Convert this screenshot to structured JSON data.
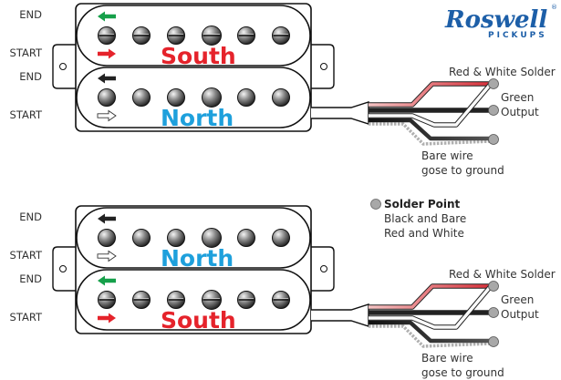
{
  "brand": {
    "name": "Roswell",
    "subtitle": "PICKUPS",
    "registered_mark": "®",
    "color": "#1d5fa8"
  },
  "diagrams": [
    {
      "coils": [
        {
          "pole": "South",
          "pole_color": "#e5232b",
          "pole_type": "slotted",
          "end_label": "END",
          "start_label": "START",
          "end_arrow_color": "#16a04a",
          "start_arrow_color": "#e5232b",
          "start_arrow_style": "solid"
        },
        {
          "pole": "North",
          "pole_color": "#1ea0dc",
          "pole_type": "slug",
          "end_label": "END",
          "start_label": "START",
          "end_arrow_color": "#222222",
          "start_arrow_color": "#ffffff",
          "start_arrow_style": "outline"
        }
      ],
      "wires": {
        "red_white": "Red & White Solder",
        "green_1": "Green",
        "green_2": "Output",
        "bare_1": "Bare wire",
        "bare_2": "gose to ground"
      }
    },
    {
      "coils": [
        {
          "pole": "North",
          "pole_color": "#1ea0dc",
          "pole_type": "slug",
          "end_label": "END",
          "start_label": "START",
          "end_arrow_color": "#222222",
          "start_arrow_color": "#ffffff",
          "start_arrow_style": "outline"
        },
        {
          "pole": "South",
          "pole_color": "#e5232b",
          "pole_type": "slotted",
          "end_label": "END",
          "start_label": "START",
          "end_arrow_color": "#16a04a",
          "start_arrow_color": "#e5232b",
          "start_arrow_style": "solid"
        }
      ],
      "wires": {
        "red_white": "Red & White Solder",
        "green_1": "Green",
        "green_2": "Output",
        "bare_1": "Bare wire",
        "bare_2": "gose to ground"
      }
    }
  ],
  "legend": {
    "title": "Solder Point",
    "line_1": "Black and Bare",
    "line_2": "Red and White",
    "dot_color": "#a8a8a8"
  },
  "wire_colors": {
    "red": "#e0575c",
    "red_light": "#f4b8b8",
    "green": "#1a9a4a",
    "white_outline": "#333333",
    "black": "#1a1a1a",
    "bare": "#b0b0b0"
  }
}
